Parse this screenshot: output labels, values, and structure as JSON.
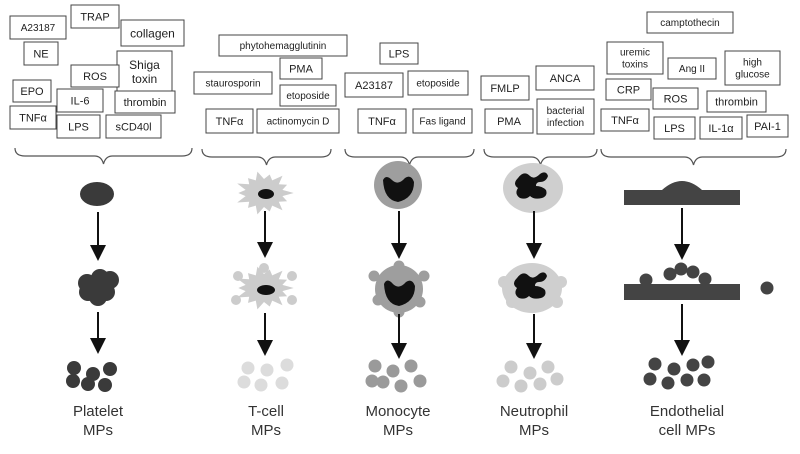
{
  "columns": [
    {
      "id": "platelet",
      "label": [
        "Platelet",
        "MPs"
      ],
      "stimuli": [
        {
          "id": "a23187",
          "lines": [
            "A23187"
          ]
        },
        {
          "id": "trap",
          "lines": [
            "TRAP"
          ]
        },
        {
          "id": "collagen",
          "lines": [
            "collagen"
          ]
        },
        {
          "id": "ne",
          "lines": [
            "NE"
          ]
        },
        {
          "id": "shiga-toxin",
          "lines": [
            "Shiga",
            "toxin"
          ]
        },
        {
          "id": "ros",
          "lines": [
            "ROS"
          ]
        },
        {
          "id": "epo",
          "lines": [
            "EPO"
          ]
        },
        {
          "id": "il-6",
          "lines": [
            "IL-6"
          ]
        },
        {
          "id": "thrombin",
          "lines": [
            "thrombin"
          ]
        },
        {
          "id": "tnf-alpha",
          "lines": [
            "TNFα"
          ]
        },
        {
          "id": "lps",
          "lines": [
            "LPS"
          ]
        },
        {
          "id": "scd40l",
          "lines": [
            "sCD40l"
          ]
        }
      ]
    },
    {
      "id": "t-cell",
      "label": [
        "T-cell",
        "MPs"
      ],
      "stimuli": [
        {
          "id": "phytohemagglutinin",
          "lines": [
            "phytohemagglutinin"
          ]
        },
        {
          "id": "pma",
          "lines": [
            "PMA"
          ]
        },
        {
          "id": "staurosporin",
          "lines": [
            "staurosporin"
          ]
        },
        {
          "id": "etoposide",
          "lines": [
            "etoposide"
          ]
        },
        {
          "id": "tnf-alpha",
          "lines": [
            "TNFα"
          ]
        },
        {
          "id": "actinomycin-d",
          "lines": [
            "actinomycin D"
          ]
        }
      ]
    },
    {
      "id": "monocyte",
      "label": [
        "Monocyte",
        "MPs"
      ],
      "stimuli": [
        {
          "id": "lps",
          "lines": [
            "LPS"
          ]
        },
        {
          "id": "a23187",
          "lines": [
            "A23187"
          ]
        },
        {
          "id": "etoposide",
          "lines": [
            "etoposide"
          ]
        },
        {
          "id": "tnf-alpha",
          "lines": [
            "TNFα"
          ]
        },
        {
          "id": "fas-ligand",
          "lines": [
            "Fas ligand"
          ]
        }
      ]
    },
    {
      "id": "neutrophil",
      "label": [
        "Neutrophil",
        "MPs"
      ],
      "stimuli": [
        {
          "id": "fmlp",
          "lines": [
            "FMLP"
          ]
        },
        {
          "id": "anca",
          "lines": [
            "ANCA"
          ]
        },
        {
          "id": "pma",
          "lines": [
            "PMA"
          ]
        },
        {
          "id": "bacterial-infection",
          "lines": [
            "bacterial",
            "infection"
          ]
        }
      ]
    },
    {
      "id": "endothelial",
      "label": [
        "Endothelial",
        "cell MPs"
      ],
      "stimuli": [
        {
          "id": "camptothecin",
          "lines": [
            "camptothecin"
          ]
        },
        {
          "id": "uremic-toxins",
          "lines": [
            "uremic",
            "toxins"
          ]
        },
        {
          "id": "ang-ii",
          "lines": [
            "Ang II"
          ]
        },
        {
          "id": "high-glucose",
          "lines": [
            "high",
            "glucose"
          ]
        },
        {
          "id": "crp",
          "lines": [
            "CRP"
          ]
        },
        {
          "id": "ros",
          "lines": [
            "ROS"
          ]
        },
        {
          "id": "thrombin",
          "lines": [
            "thrombin"
          ]
        },
        {
          "id": "tnf-alpha",
          "lines": [
            "TNFα"
          ]
        },
        {
          "id": "lps",
          "lines": [
            "LPS"
          ]
        },
        {
          "id": "il-1-alpha",
          "lines": [
            "IL-1α"
          ]
        },
        {
          "id": "pai-1",
          "lines": [
            "PAI-1"
          ]
        }
      ]
    }
  ],
  "colors": {
    "platelet": "#3a3a3a",
    "tcell_body": "#cccccc",
    "tcell_nucleus": "#111111",
    "tcell_mp": "#dcdcdc",
    "monocyte_body": "#9e9e9e",
    "monocyte_mp": "#9a9a9a",
    "neutrophil_body": "#cfcfcf",
    "neutrophil_mp": "#cccccc",
    "endothelial": "#444444",
    "nucleus": "#111111",
    "box_border": "#444444",
    "arrow": "#111111",
    "text": "#333333"
  }
}
